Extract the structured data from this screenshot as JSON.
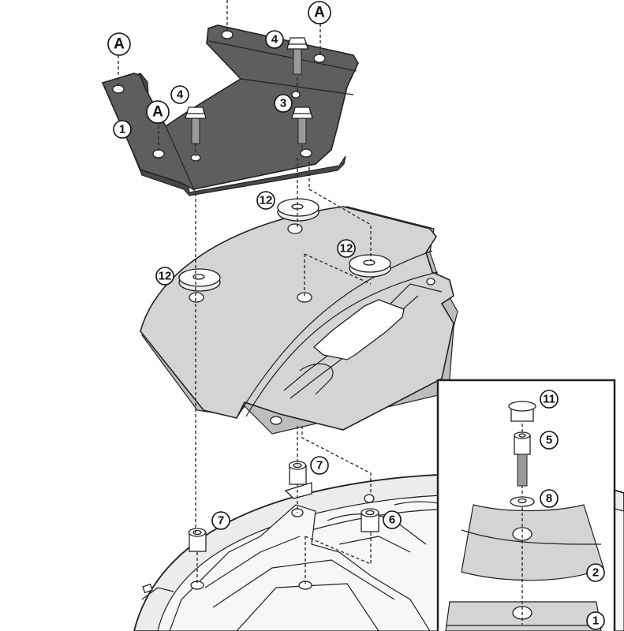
{
  "diagram": {
    "type": "exploded-assembly-view",
    "colors": {
      "mounting_plate": "#5d5e60",
      "rack_plate": "#d4d4d4",
      "outline": "#222222",
      "background": "#ffffff"
    },
    "callouts": {
      "a_top_right": "A",
      "a_left": "A",
      "a_center": "A",
      "p1_plate": "1",
      "p4_top": "4",
      "p4_left": "4",
      "p3": "3",
      "p12_top": "12",
      "p12_right": "12",
      "p12_left": "12",
      "p7_center": "7",
      "p7_left": "7",
      "p6": "6",
      "inset_11": "11",
      "inset_5": "5",
      "inset_8": "8",
      "inset_2": "2",
      "inset_1": "1"
    },
    "parts": [
      {
        "id": "1",
        "name": "mounting plate"
      },
      {
        "id": "2",
        "name": "rack plate"
      },
      {
        "id": "3",
        "name": "hex bolt"
      },
      {
        "id": "4",
        "name": "hex bolt"
      },
      {
        "id": "5",
        "name": "socket head screw"
      },
      {
        "id": "6",
        "name": "spacer"
      },
      {
        "id": "7",
        "name": "spacer"
      },
      {
        "id": "8",
        "name": "washer"
      },
      {
        "id": "11",
        "name": "cap"
      },
      {
        "id": "12",
        "name": "rubber washer"
      },
      {
        "id": "A",
        "name": "attachment point"
      }
    ]
  }
}
